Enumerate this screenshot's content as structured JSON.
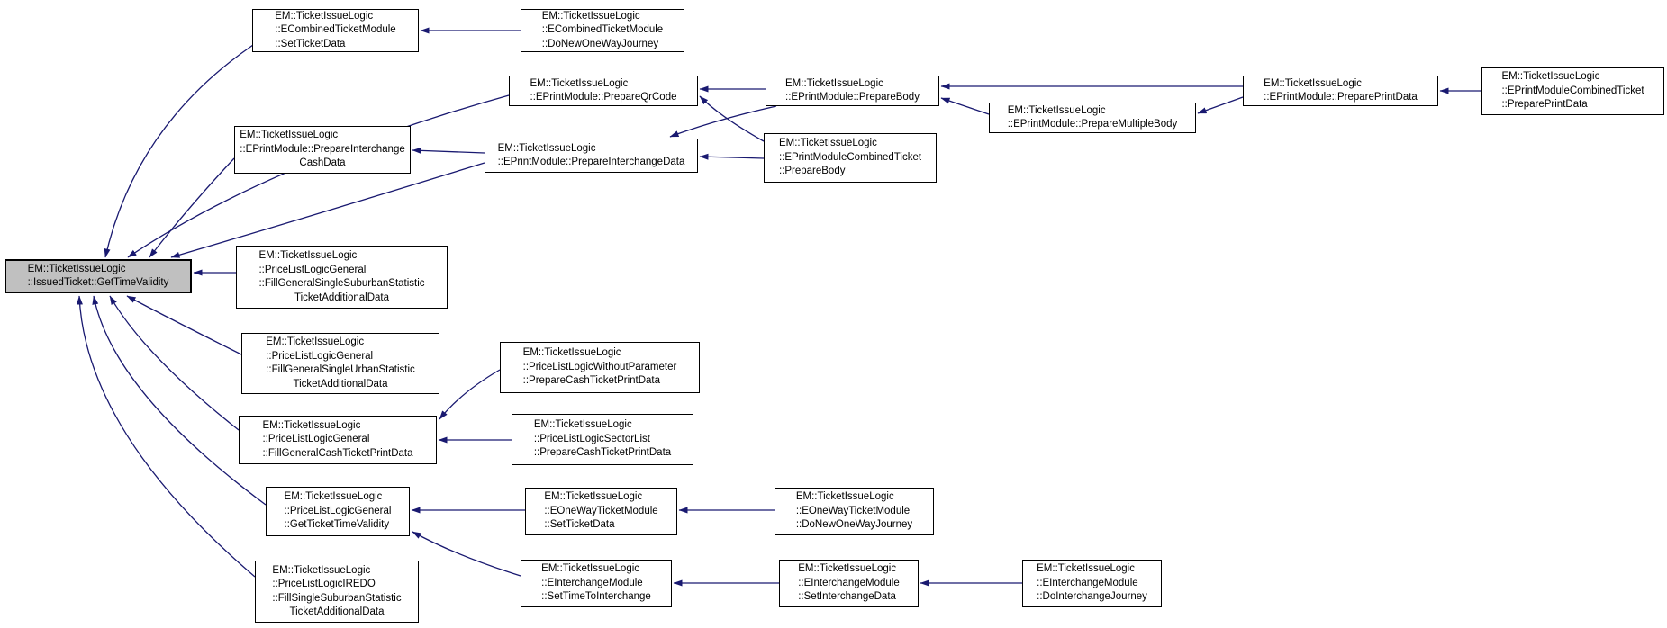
{
  "diagram": {
    "type": "call-graph",
    "highlighted_node": "issued-ticket-get-time-validity",
    "colors": {
      "edge": "#191970",
      "node_border": "#000000",
      "node_fill": "#ffffff",
      "highlight_fill": "#c0c0c0"
    },
    "nodes": [
      {
        "id": "issued-ticket-get-time-validity",
        "highlighted": true,
        "lines": [
          "EM::TicketIssueLogic",
          "::IssuedTicket::GetTimeValidity"
        ]
      },
      {
        "id": "ecombined-set-ticket-data",
        "highlighted": false,
        "lines": [
          "EM::TicketIssueLogic",
          "::ECombinedTicketModule",
          "::SetTicketData"
        ]
      },
      {
        "id": "ecombined-do-new-one-way-journey",
        "highlighted": false,
        "lines": [
          "EM::TicketIssueLogic",
          "::ECombinedTicketModule",
          "::DoNewOneWayJourney"
        ]
      },
      {
        "id": "eprint-prepare-qr-code",
        "highlighted": false,
        "lines": [
          "EM::TicketIssueLogic",
          "::EPrintModule::PrepareQrCode"
        ]
      },
      {
        "id": "eprint-prepare-body",
        "highlighted": false,
        "lines": [
          "EM::TicketIssueLogic",
          "::EPrintModule::PrepareBody"
        ]
      },
      {
        "id": "eprint-prepare-multiple-body",
        "highlighted": false,
        "lines": [
          "EM::TicketIssueLogic",
          "::EPrintModule::PrepareMultipleBody"
        ]
      },
      {
        "id": "eprint-prepare-print-data",
        "highlighted": false,
        "lines": [
          "EM::TicketIssueLogic",
          "::EPrintModule::PreparePrintData"
        ]
      },
      {
        "id": "eprint-combined-prepare-print-data",
        "highlighted": false,
        "lines": [
          "EM::TicketIssueLogic",
          "::EPrintModuleCombinedTicket",
          "::PreparePrintData"
        ]
      },
      {
        "id": "eprint-prepare-interchange-cash-data",
        "highlighted": false,
        "lines": [
          "EM::TicketIssueLogic",
          "::EPrintModule::PrepareInterchange",
          "CashData"
        ]
      },
      {
        "id": "eprint-prepare-interchange-data",
        "highlighted": false,
        "lines": [
          "EM::TicketIssueLogic",
          "::EPrintModule::PrepareInterchangeData"
        ]
      },
      {
        "id": "eprint-combined-prepare-body",
        "highlighted": false,
        "lines": [
          "EM::TicketIssueLogic",
          "::EPrintModuleCombinedTicket",
          "::PrepareBody"
        ]
      },
      {
        "id": "fill-general-single-suburban-statistic",
        "highlighted": false,
        "lines": [
          "EM::TicketIssueLogic",
          "::PriceListLogicGeneral",
          "::FillGeneralSingleSuburbanStatistic",
          "TicketAdditionalData"
        ]
      },
      {
        "id": "fill-general-single-urban-statistic",
        "highlighted": false,
        "lines": [
          "EM::TicketIssueLogic",
          "::PriceListLogicGeneral",
          "::FillGeneralSingleUrbanStatistic",
          "TicketAdditionalData"
        ]
      },
      {
        "id": "fill-general-cash-ticket-print-data",
        "highlighted": false,
        "lines": [
          "EM::TicketIssueLogic",
          "::PriceListLogicGeneral",
          "::FillGeneralCashTicketPrintData"
        ]
      },
      {
        "id": "without-parameter-prepare-cash-ticket-print-data",
        "highlighted": false,
        "lines": [
          "EM::TicketIssueLogic",
          "::PriceListLogicWithoutParameter",
          "::PrepareCashTicketPrintData"
        ]
      },
      {
        "id": "sector-list-prepare-cash-ticket-print-data",
        "highlighted": false,
        "lines": [
          "EM::TicketIssueLogic",
          "::PriceListLogicSectorList",
          "::PrepareCashTicketPrintData"
        ]
      },
      {
        "id": "general-get-ticket-time-validity",
        "highlighted": false,
        "lines": [
          "EM::TicketIssueLogic",
          "::PriceListLogicGeneral",
          "::GetTicketTimeValidity"
        ]
      },
      {
        "id": "eoneway-set-ticket-data",
        "highlighted": false,
        "lines": [
          "EM::TicketIssueLogic",
          "::EOneWayTicketModule",
          "::SetTicketData"
        ]
      },
      {
        "id": "eoneway-do-new-one-way-journey",
        "highlighted": false,
        "lines": [
          "EM::TicketIssueLogic",
          "::EOneWayTicketModule",
          "::DoNewOneWayJourney"
        ]
      },
      {
        "id": "einterchange-set-time-to-interchange",
        "highlighted": false,
        "lines": [
          "EM::TicketIssueLogic",
          "::EInterchangeModule",
          "::SetTimeToInterchange"
        ]
      },
      {
        "id": "einterchange-set-interchange-data",
        "highlighted": false,
        "lines": [
          "EM::TicketIssueLogic",
          "::EInterchangeModule",
          "::SetInterchangeData"
        ]
      },
      {
        "id": "einterchange-do-interchange-journey",
        "highlighted": false,
        "lines": [
          "EM::TicketIssueLogic",
          "::EInterchangeModule",
          "::DoInterchangeJourney"
        ]
      },
      {
        "id": "iredo-fill-single-suburban-statistic",
        "highlighted": false,
        "lines": [
          "EM::TicketIssueLogic",
          "::PriceListLogicIREDO",
          "::FillSingleSuburbanStatistic",
          "TicketAdditionalData"
        ]
      }
    ],
    "edges": [
      {
        "from": "ecombined-do-new-one-way-journey",
        "to": "ecombined-set-ticket-data"
      },
      {
        "from": "ecombined-set-ticket-data",
        "to": "issued-ticket-get-time-validity"
      },
      {
        "from": "eprint-prepare-qr-code",
        "to": "issued-ticket-get-time-validity"
      },
      {
        "from": "eprint-prepare-interchange-cash-data",
        "to": "issued-ticket-get-time-validity"
      },
      {
        "from": "eprint-prepare-interchange-data",
        "to": "issued-ticket-get-time-validity"
      },
      {
        "from": "eprint-prepare-body",
        "to": "eprint-prepare-qr-code"
      },
      {
        "from": "eprint-combined-prepare-body",
        "to": "eprint-prepare-qr-code"
      },
      {
        "from": "eprint-prepare-multiple-body",
        "to": "eprint-prepare-body"
      },
      {
        "from": "eprint-prepare-print-data",
        "to": "eprint-prepare-body"
      },
      {
        "from": "eprint-prepare-print-data",
        "to": "eprint-prepare-multiple-body"
      },
      {
        "from": "eprint-combined-prepare-print-data",
        "to": "eprint-prepare-print-data"
      },
      {
        "from": "eprint-prepare-interchange-data",
        "to": "eprint-prepare-interchange-cash-data"
      },
      {
        "from": "eprint-prepare-body",
        "to": "eprint-prepare-interchange-data"
      },
      {
        "from": "eprint-combined-prepare-body",
        "to": "eprint-prepare-interchange-data"
      },
      {
        "from": "fill-general-single-suburban-statistic",
        "to": "issued-ticket-get-time-validity"
      },
      {
        "from": "fill-general-single-urban-statistic",
        "to": "issued-ticket-get-time-validity"
      },
      {
        "from": "fill-general-cash-ticket-print-data",
        "to": "issued-ticket-get-time-validity"
      },
      {
        "from": "general-get-ticket-time-validity",
        "to": "issued-ticket-get-time-validity"
      },
      {
        "from": "iredo-fill-single-suburban-statistic",
        "to": "issued-ticket-get-time-validity"
      },
      {
        "from": "without-parameter-prepare-cash-ticket-print-data",
        "to": "fill-general-cash-ticket-print-data"
      },
      {
        "from": "sector-list-prepare-cash-ticket-print-data",
        "to": "fill-general-cash-ticket-print-data"
      },
      {
        "from": "eoneway-set-ticket-data",
        "to": "general-get-ticket-time-validity"
      },
      {
        "from": "eoneway-do-new-one-way-journey",
        "to": "eoneway-set-ticket-data"
      },
      {
        "from": "einterchange-set-time-to-interchange",
        "to": "general-get-ticket-time-validity"
      },
      {
        "from": "einterchange-set-interchange-data",
        "to": "einterchange-set-time-to-interchange"
      },
      {
        "from": "einterchange-do-interchange-journey",
        "to": "einterchange-set-interchange-data"
      }
    ]
  }
}
